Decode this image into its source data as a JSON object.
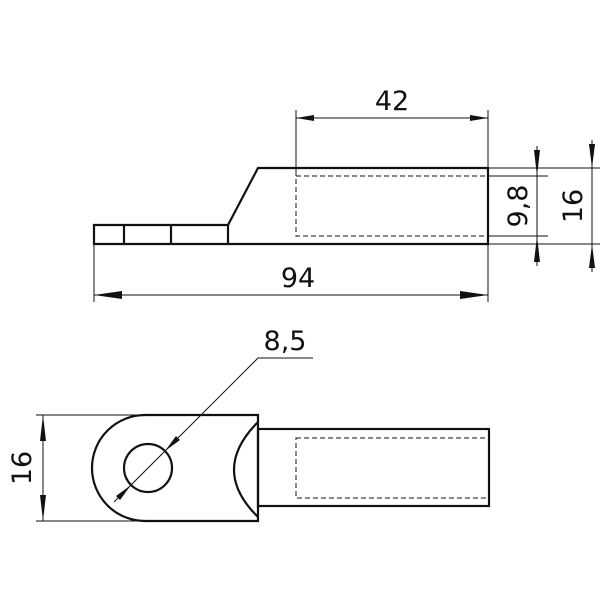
{
  "drawing": {
    "title": "Cable lug technical drawing",
    "top_view": {
      "dim_tube_length": "42",
      "dim_total_length": "94",
      "dim_inner_diameter": "9,8",
      "dim_outer_height": "16"
    },
    "plan_view": {
      "dim_hole_diameter": "8,5",
      "dim_width": "16"
    },
    "line_color": "#111111"
  }
}
